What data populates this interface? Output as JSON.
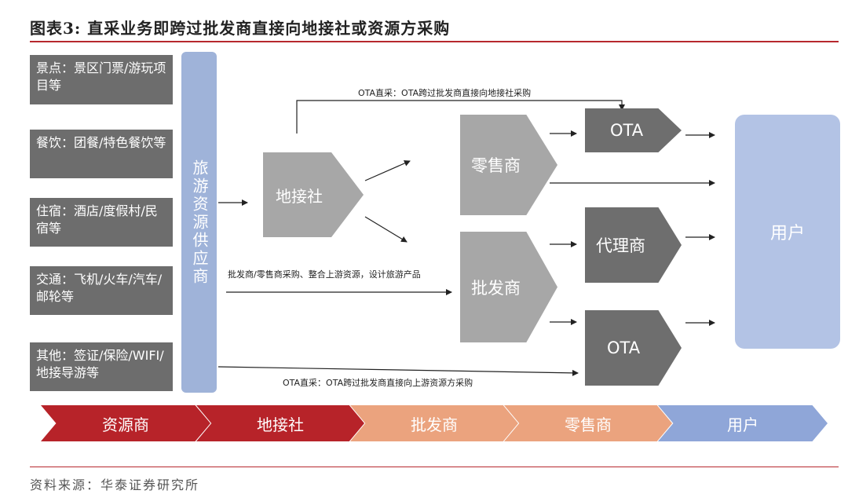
{
  "title": "图表3:   直采业务即跨过批发商直接向地接社或资源方采购",
  "resources": [
    {
      "text": "景点：景区门票/游玩项目等"
    },
    {
      "text": "餐饮：团餐/特色餐饮等"
    },
    {
      "text": "住宿：酒店/度假村/民宿等"
    },
    {
      "text": "交通：飞机/火车/汽车/邮轮等"
    },
    {
      "text": "其他：签证/保险/WIFI/地接导游等"
    }
  ],
  "supplier_label": "旅游资源供应商",
  "nodes": {
    "dijieshe": "地接社",
    "lingshou": "零售商",
    "pifa": "批发商",
    "ota_top": "OTA",
    "daili": "代理商",
    "ota_bottom": "OTA",
    "users": "用户"
  },
  "annotations": {
    "top": "OTA直采：OTA跨过批发商直接向地接社采购",
    "middle": "批发商/零售商采购、整合上游资源，设计旅游产品",
    "bottom": "OTA直采：OTA跨过批发商直接向上游资源方采购"
  },
  "chain": [
    {
      "label": "资源商",
      "color": "#b72329"
    },
    {
      "label": "地接社",
      "color": "#b72329"
    },
    {
      "label": "批发商",
      "color": "#eba37e"
    },
    {
      "label": "零售商",
      "color": "#eba37e"
    },
    {
      "label": "用户",
      "color": "#8fa6d8"
    }
  ],
  "source": "资料来源：华泰证券研究所"
}
